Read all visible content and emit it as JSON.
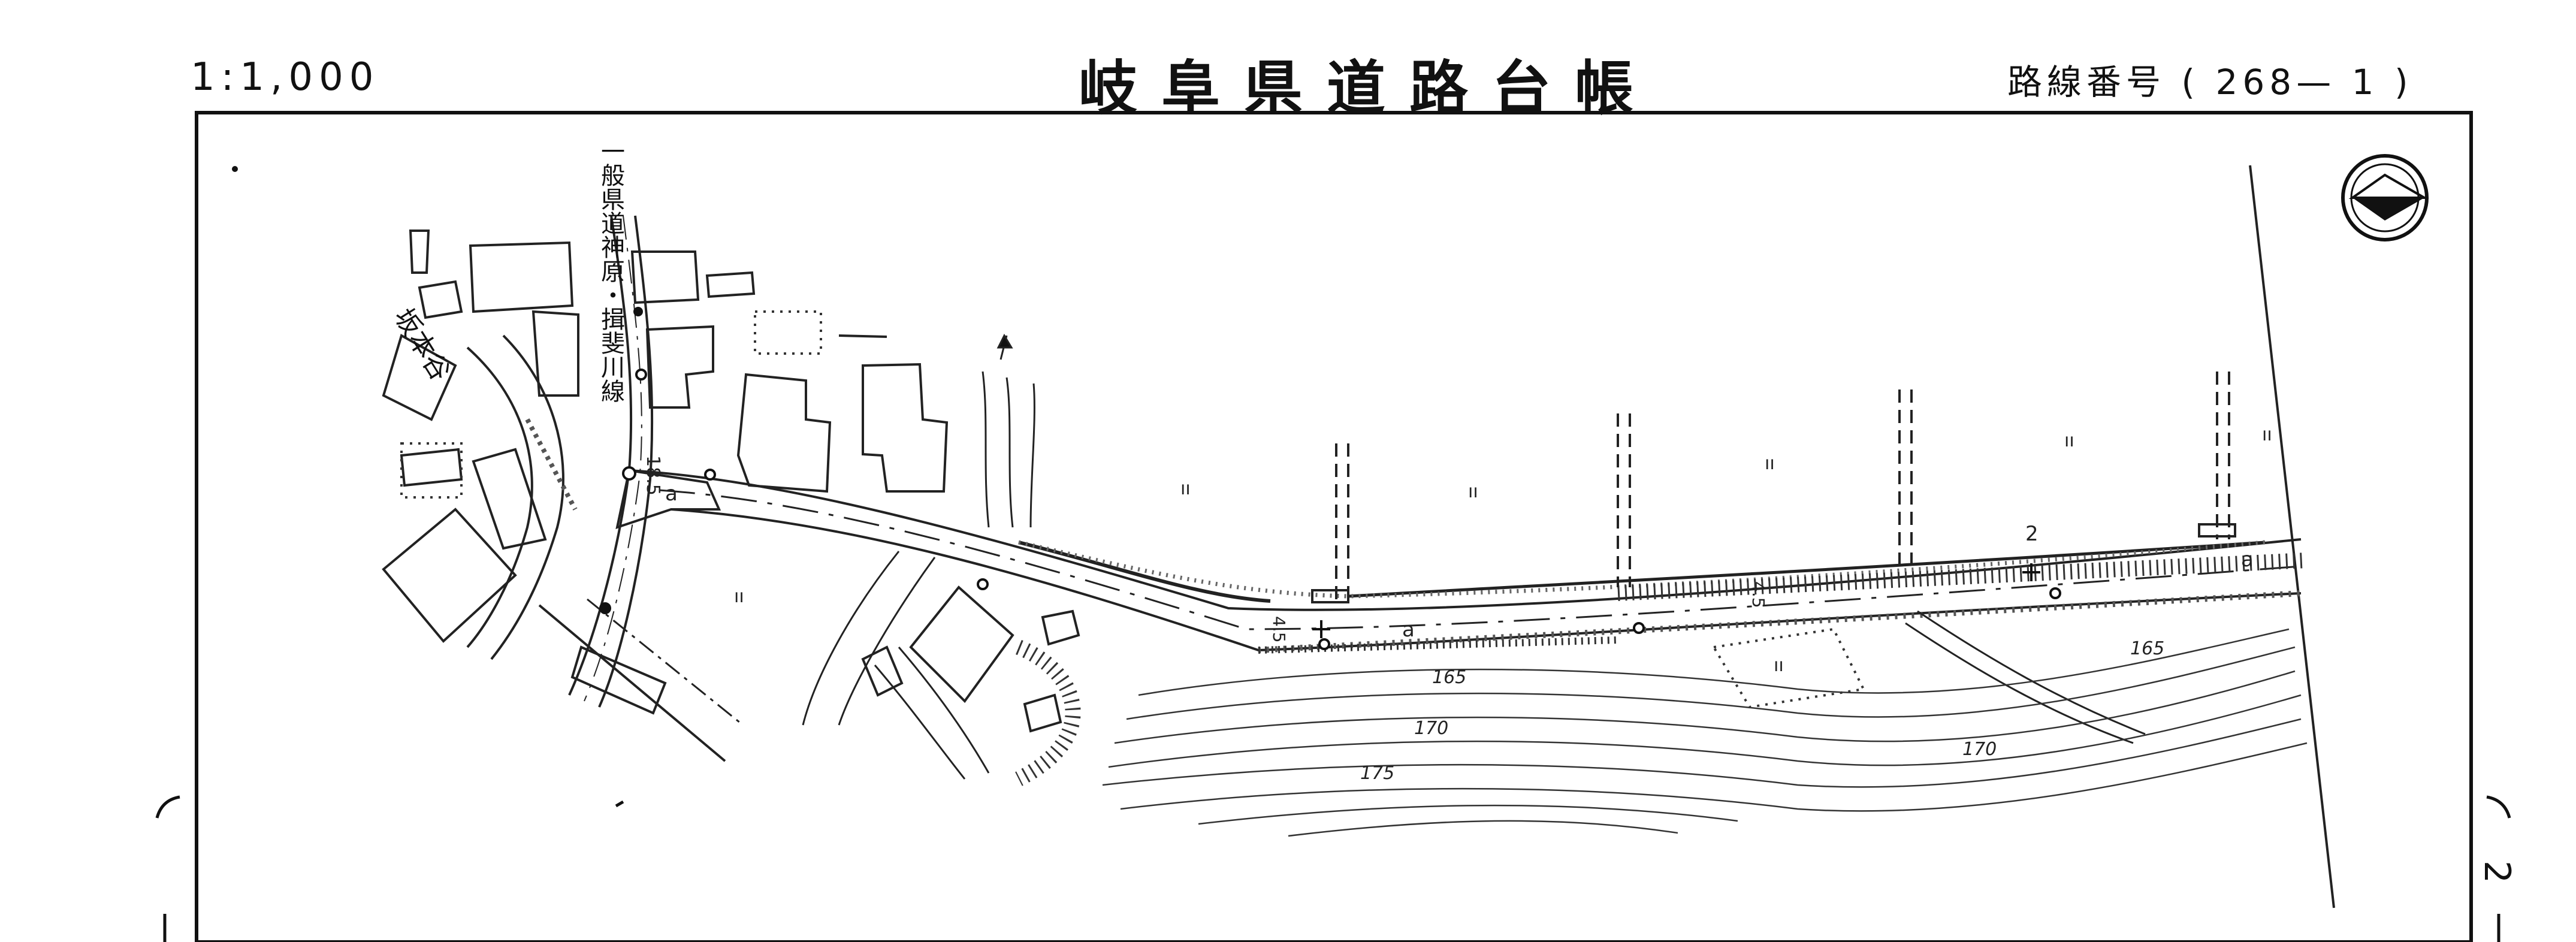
{
  "header": {
    "scale": "1:1,000",
    "title": "岐阜県道路台帳",
    "route_number": "路線番号 ( 268— 1 )"
  },
  "map": {
    "road_name_vertical": "一般県道神原・揖斐川線",
    "place_name": "坂本谷",
    "contours": [
      "165",
      "170",
      "175",
      "165",
      "170"
    ],
    "road_widths": [
      "18.5",
      "4.5",
      "4.5",
      "2"
    ],
    "land_marks": [
      "a",
      "a",
      "a"
    ],
    "field_marks": [
      "ıı",
      "ıı",
      "ıı",
      "ıı",
      "ıı",
      "ıı",
      "ıı"
    ],
    "sheet_number": "2"
  },
  "icons": {
    "north_arrow": "north-arrow-icon"
  }
}
